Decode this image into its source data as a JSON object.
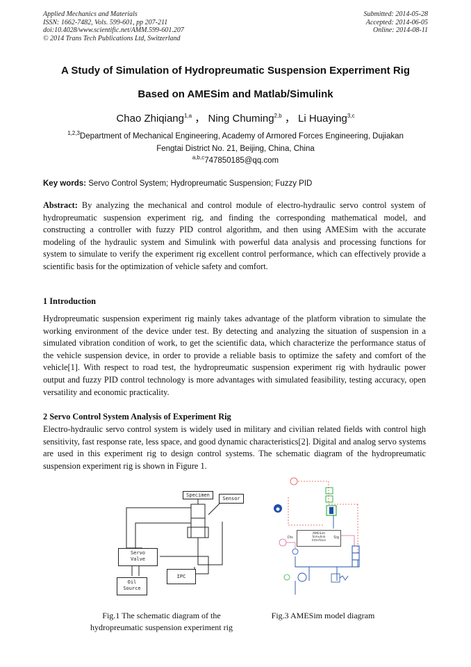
{
  "header": {
    "journal": "Applied Mechanics and Materials",
    "issn": "ISSN: 1662-7482, Vols. 599-601, pp 207-211",
    "doi": "doi:10.4028/www.scientific.net/AMM.599-601.207",
    "copyright": "© 2014 Trans Tech Publications Ltd, Switzerland",
    "submitted": "Submitted: 2014-05-28",
    "accepted": "Accepted: 2014-06-05",
    "online": "Online: 2014-08-11"
  },
  "title": {
    "line1": "A Study of Simulation of Hydropreumatic Suspension Experriment Rig",
    "line2": "Based on AMESim and Matlab/Simulink"
  },
  "authors": [
    {
      "name": "Chao Zhiqiang",
      "sup": "1,a"
    },
    {
      "name": "Ning Chuming",
      "sup": "2,b"
    },
    {
      "name": "Li Huaying",
      "sup": "3,c"
    }
  ],
  "author_separator": "，",
  "affiliation": {
    "sup": "1,2,3",
    "line1": "Department of Mechanical Engineering, Academy of Armored Forces Engineering, Dujiakan",
    "line2": "Fengtai District No. 21, Beijing, China, China",
    "email_sup": "a,b,c",
    "email": "747850185@qq.com"
  },
  "keywords": {
    "label": "Key words:",
    "text": "Servo Control System; Hydropreumatic Suspension; Fuzzy PID"
  },
  "abstract": {
    "label": "Abstract:",
    "text": "By analyzing the mechanical and control module of electro-hydraulic servo control system of hydropreumatic suspension experiment rig, and finding the corresponding mathematical model, and constructing a controller with fuzzy PID control algorithm, and then using AMESim with the accurate modeling of the hydraulic system and Simulink with powerful data analysis and processing functions for system to simulate to verify the experiment rig excellent control performance, which can effectively provide a scientific basis for the optimization of vehicle safety and comfort."
  },
  "section1": {
    "heading": "1 Introduction",
    "text": "Hydropreumatic suspension experiment rig mainly takes advantage of the platform vibration to simulate the working environment of the device under test. By detecting and analyzing the situation of suspension in a simulated vibration condition of work, to get the scientific data, which characterize the performance status of the vehicle suspension device, in order to provide a reliable basis to optimize the safety and comfort of the vehicle[1]. With respect to road test, the hydropreumatic suspension experiment rig with hydraulic power output and fuzzy PID control technology is more advantages with simulated feasibility, testing accuracy, open versatility and economic practicality."
  },
  "section2": {
    "heading": "2 Servo Control System Analysis of Experiment Rig",
    "text": "Electro-hydraulic servo control system is widely used in military and civilian related fields with control high sensitivity, fast response rate, less space, and good dynamic characteristics[2]. Digital and analog servo systems are used in this experiment rig to design control systems. The schematic diagram of the hydropreumatic suspension experiment rig is shown in Figure 1."
  },
  "figure1": {
    "labels": {
      "specimen": "Specimen",
      "sensor": "Sensor",
      "servo_valve_1": "Servo",
      "servo_valve_2": "Valve",
      "oil_source_1": "Oil",
      "oil_source_2": "Source",
      "ipc": "IPC"
    },
    "caption_line1": "Fig.1    The schematic diagram of the",
    "caption_line2": "hydropreumatic suspension experiment rig"
  },
  "figure3": {
    "labels": {
      "amesim_1": "AMESim",
      "amesim_2": "Simulink",
      "amesim_3": "Interface",
      "dis": "Dis",
      "sig": "Sig"
    },
    "caption": "Fig.3 AMESim model diagram"
  },
  "colors": {
    "red_dashed": "#e0524a",
    "green_block": "#34b04a",
    "blue_block": "#1e4fa8",
    "signal_pink": "#d86aa0"
  }
}
